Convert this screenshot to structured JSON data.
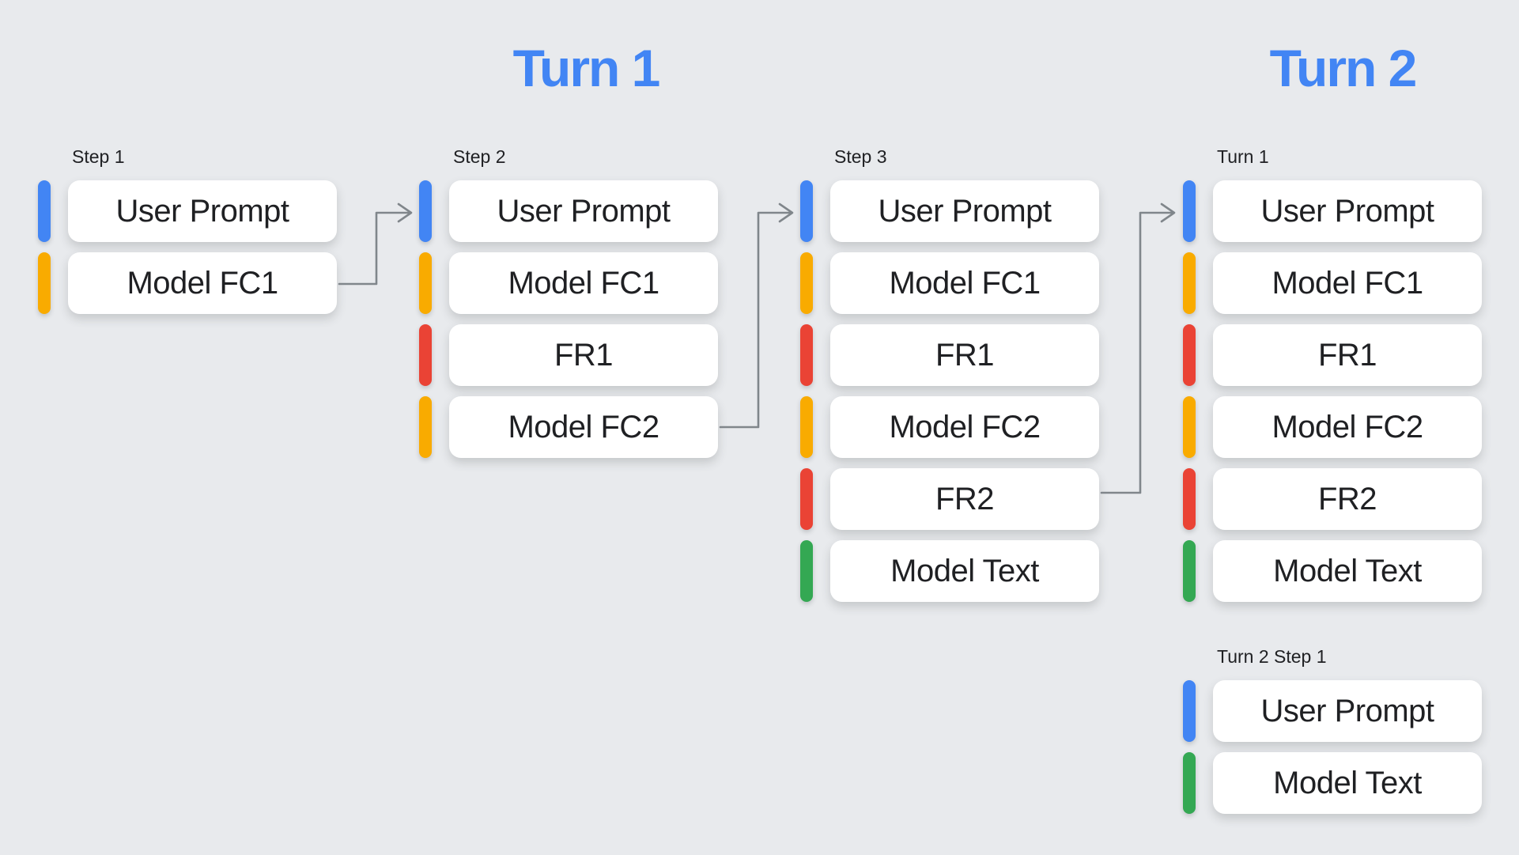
{
  "palette": {
    "user_prompt_blue": "#4285F4",
    "model_fc_yellow": "#F9AB00",
    "fr_red": "#EA4335",
    "model_text_green": "#34A853",
    "header_blue": "#4285F4",
    "arrow_gray": "#80868B",
    "card_bg": "#FFFFFF",
    "canvas_bg": "#E8EAED",
    "text_dark": "#202124"
  },
  "headers": [
    {
      "label": "Turn 1"
    },
    {
      "label": "Turn 2"
    }
  ],
  "groups": [
    {
      "label": "Step 1",
      "items": [
        {
          "label": "User Prompt",
          "role": "user-prompt",
          "color": "blue"
        },
        {
          "label": "Model FC1",
          "role": "model-function-call",
          "color": "yellow"
        }
      ]
    },
    {
      "label": "Step 2",
      "items": [
        {
          "label": "User Prompt",
          "role": "user-prompt",
          "color": "blue"
        },
        {
          "label": "Model FC1",
          "role": "model-function-call",
          "color": "yellow"
        },
        {
          "label": "FR1",
          "role": "function-response",
          "color": "red"
        },
        {
          "label": "Model FC2",
          "role": "model-function-call",
          "color": "yellow"
        }
      ]
    },
    {
      "label": "Step 3",
      "items": [
        {
          "label": "User Prompt",
          "role": "user-prompt",
          "color": "blue"
        },
        {
          "label": "Model FC1",
          "role": "model-function-call",
          "color": "yellow"
        },
        {
          "label": "FR1",
          "role": "function-response",
          "color": "red"
        },
        {
          "label": "Model FC2",
          "role": "model-function-call",
          "color": "yellow"
        },
        {
          "label": "FR2",
          "role": "function-response",
          "color": "red"
        },
        {
          "label": "Model Text",
          "role": "model-text",
          "color": "green"
        }
      ]
    },
    {
      "label": "Turn 1",
      "items": [
        {
          "label": "User Prompt",
          "role": "user-prompt",
          "color": "blue"
        },
        {
          "label": "Model FC1",
          "role": "model-function-call",
          "color": "yellow"
        },
        {
          "label": "FR1",
          "role": "function-response",
          "color": "red"
        },
        {
          "label": "Model FC2",
          "role": "model-function-call",
          "color": "yellow"
        },
        {
          "label": "FR2",
          "role": "function-response",
          "color": "red"
        },
        {
          "label": "Model Text",
          "role": "model-text",
          "color": "green"
        }
      ]
    },
    {
      "label": "Turn 2 Step 1",
      "items": [
        {
          "label": "User Prompt",
          "role": "user-prompt",
          "color": "blue"
        },
        {
          "label": "Model Text",
          "role": "model-text",
          "color": "green"
        }
      ]
    }
  ],
  "arrows": [
    {
      "from": "Step 1 / Model FC1",
      "to": "Step 2 / User Prompt"
    },
    {
      "from": "Step 2 / Model FC2",
      "to": "Step 3 / User Prompt"
    },
    {
      "from": "Step 3 / FR2",
      "to": "Turn 1 / User Prompt"
    }
  ]
}
